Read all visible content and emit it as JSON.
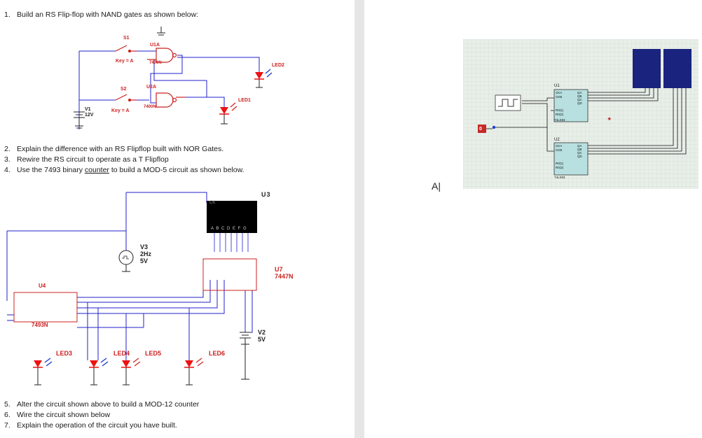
{
  "questions": {
    "q1": {
      "num": "1.",
      "text": "Build an RS Flip-flop with NAND gates as shown below:"
    },
    "q2": {
      "num": "2.",
      "text": "Explain the difference with an RS Flipflop built with NOR Gates."
    },
    "q3": {
      "num": "3.",
      "text": "Rewire the RS circuit to operate as a T Flipflop"
    },
    "q4": {
      "num": "4.",
      "text": "Use the 7493 binary counter to build a MOD-5 circuit as shown below.",
      "underlined": "counter"
    },
    "q5": {
      "num": "5.",
      "text": "Alter the circuit shown above to build a MOD-12 counter"
    },
    "q6": {
      "num": "6.",
      "text": "Wire the circuit shown below"
    },
    "q7": {
      "num": "7.",
      "text": "Explain the operation of the circuit you have built."
    }
  },
  "rs_circuit": {
    "s1": "S1",
    "s2": "S2",
    "u1a": "U1A",
    "u2a": "U2A",
    "gate1": "7400N",
    "gate2": "7400N",
    "key1": "Key = A",
    "key2": "Key = A",
    "led1": "LED1",
    "led2": "LED2",
    "v1": "V1",
    "v1_val": "12V"
  },
  "mod5_circuit": {
    "u3": "U3",
    "u4": "U4",
    "u7": "U7",
    "u7_part": "7447N",
    "u4_part": "7493N",
    "v3": "V3",
    "v3_freq": "2Hz",
    "v3_amp": "5V",
    "v2": "V2",
    "v2_val": "5V",
    "led3": "LED3",
    "led4": "LED4",
    "led5": "LED5",
    "led6": "LED6",
    "ck": "CK",
    "segments": "A B C D E F G"
  },
  "cursor_char": "A",
  "proteus": {
    "u1": "U1",
    "u2": "U2",
    "part": "74LS93",
    "cka": "CKA",
    "ckb": "CKB",
    "r01": "R0(1)",
    "r02": "R0(2)",
    "q_labels": [
      "QA",
      "QB",
      "QC",
      "QD"
    ],
    "logic_state": "0"
  }
}
